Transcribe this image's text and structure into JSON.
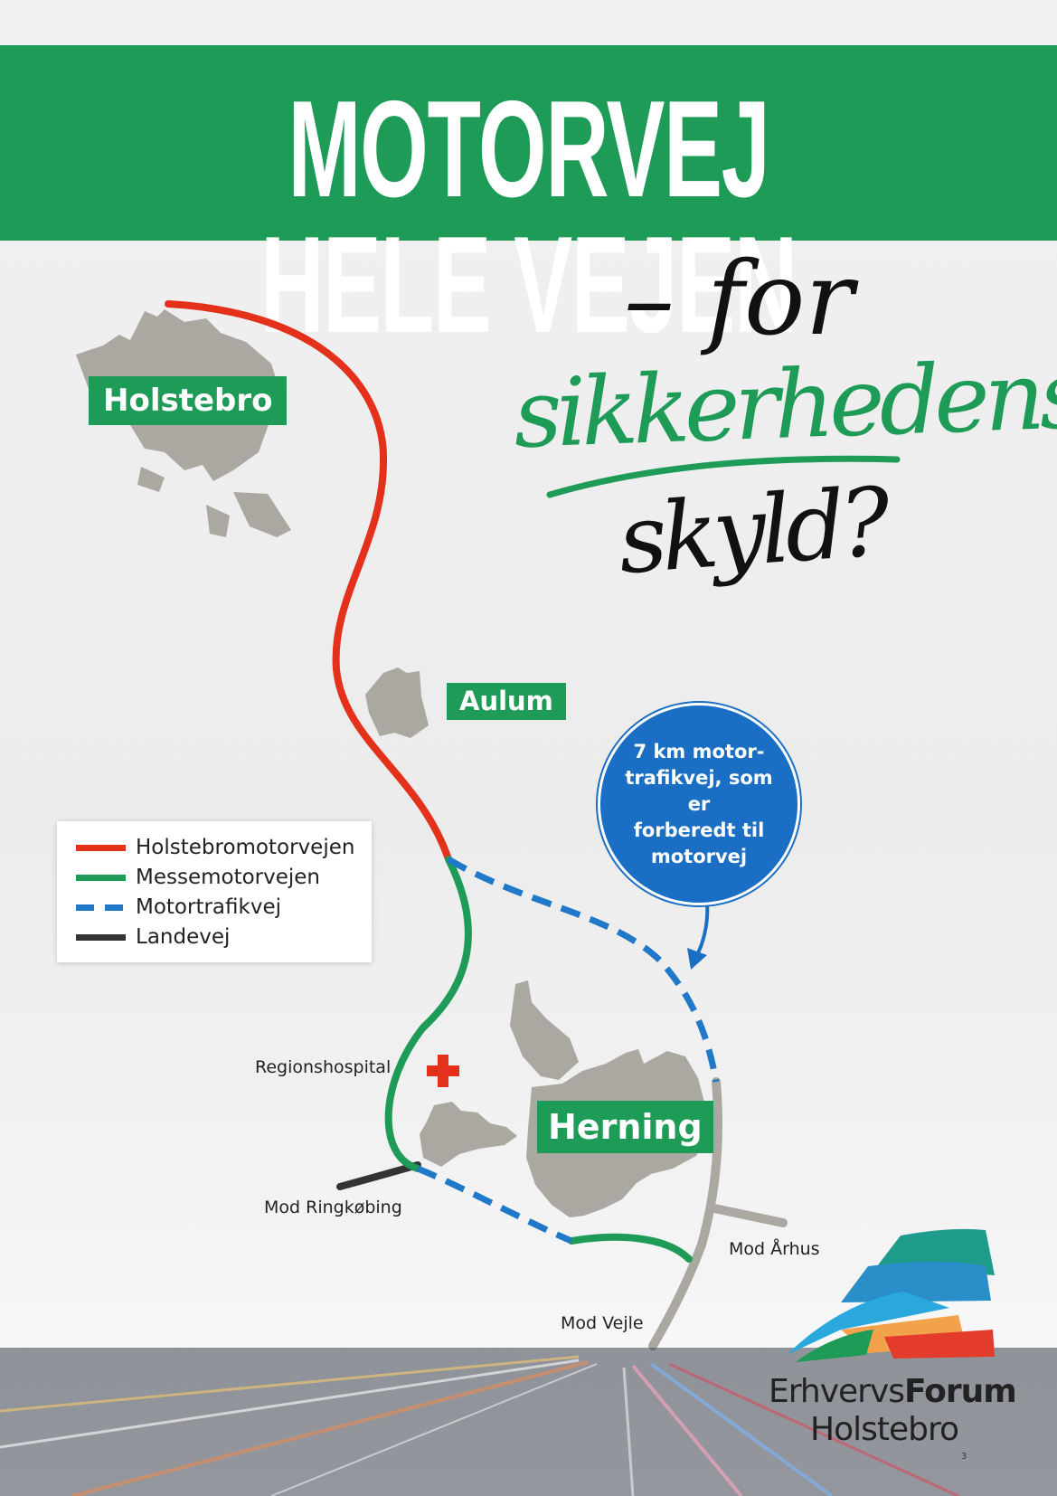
{
  "banner": {
    "title": "MOTORVEJ HELE VEJEN"
  },
  "slogan": {
    "line1": "– for",
    "line2": "sikkerhedens",
    "line3": "skyld?"
  },
  "map": {
    "towns": {
      "holstebro": "Holstebro",
      "aulum": "Aulum",
      "herning": "Herning"
    },
    "places": {
      "hospital": "Regionshospital",
      "ringkobing": "Mod Ringkøbing",
      "arhus": "Mod Århus",
      "vejle": "Mod Vejle"
    },
    "callout": "7 km motor-\ntrafikvej, som er\nforberedt til\nmotorvej",
    "colors": {
      "holstebromotorvejen": "#e3311b",
      "messemotorvejen": "#1e9b57",
      "motortrafikvej": "#1f78c8",
      "landevej": "#333333",
      "town": "#aaa8a0",
      "hospital": "#e3311b"
    }
  },
  "legend": {
    "items": [
      {
        "label": "Holstebromotorvejen",
        "color": "#e3311b"
      },
      {
        "label": "Messemotorvejen",
        "color": "#1e9b57"
      },
      {
        "label": "Motortrafikvej",
        "color": "#1f78c8"
      },
      {
        "label": "Landevej",
        "color": "#333333"
      }
    ]
  },
  "logo": {
    "part1": "Erhvervs",
    "part2": "Forum",
    "part3": "Holstebro"
  },
  "page_number": "3"
}
